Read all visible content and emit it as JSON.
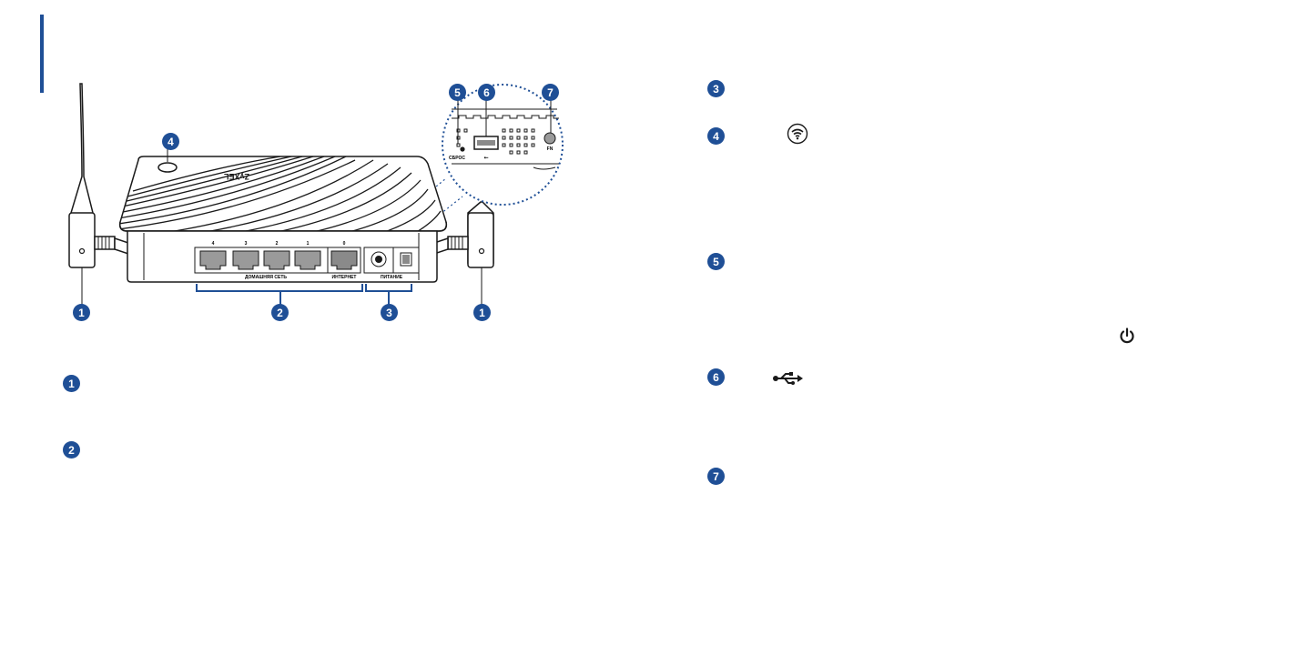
{
  "markers": [
    "1",
    "2",
    "3",
    "4",
    "5",
    "6",
    "7"
  ],
  "router": {
    "brand": "ZyXEL",
    "port_numbers": [
      "4",
      "3",
      "2",
      "1",
      "0"
    ],
    "lan_label": "ДОМАШНЯЯ СЕТЬ",
    "wan_label": "ИНТЕРНЕТ",
    "power_label": "ПИТАНИЕ",
    "reset_label": "СБРОС",
    "fn_label": "FN"
  },
  "icons": {
    "wifi": "wifi-button-icon",
    "power": "power-icon",
    "usb": "usb-icon"
  },
  "colors": {
    "accent": "#1f4f96",
    "line": "#1a1a1a"
  }
}
